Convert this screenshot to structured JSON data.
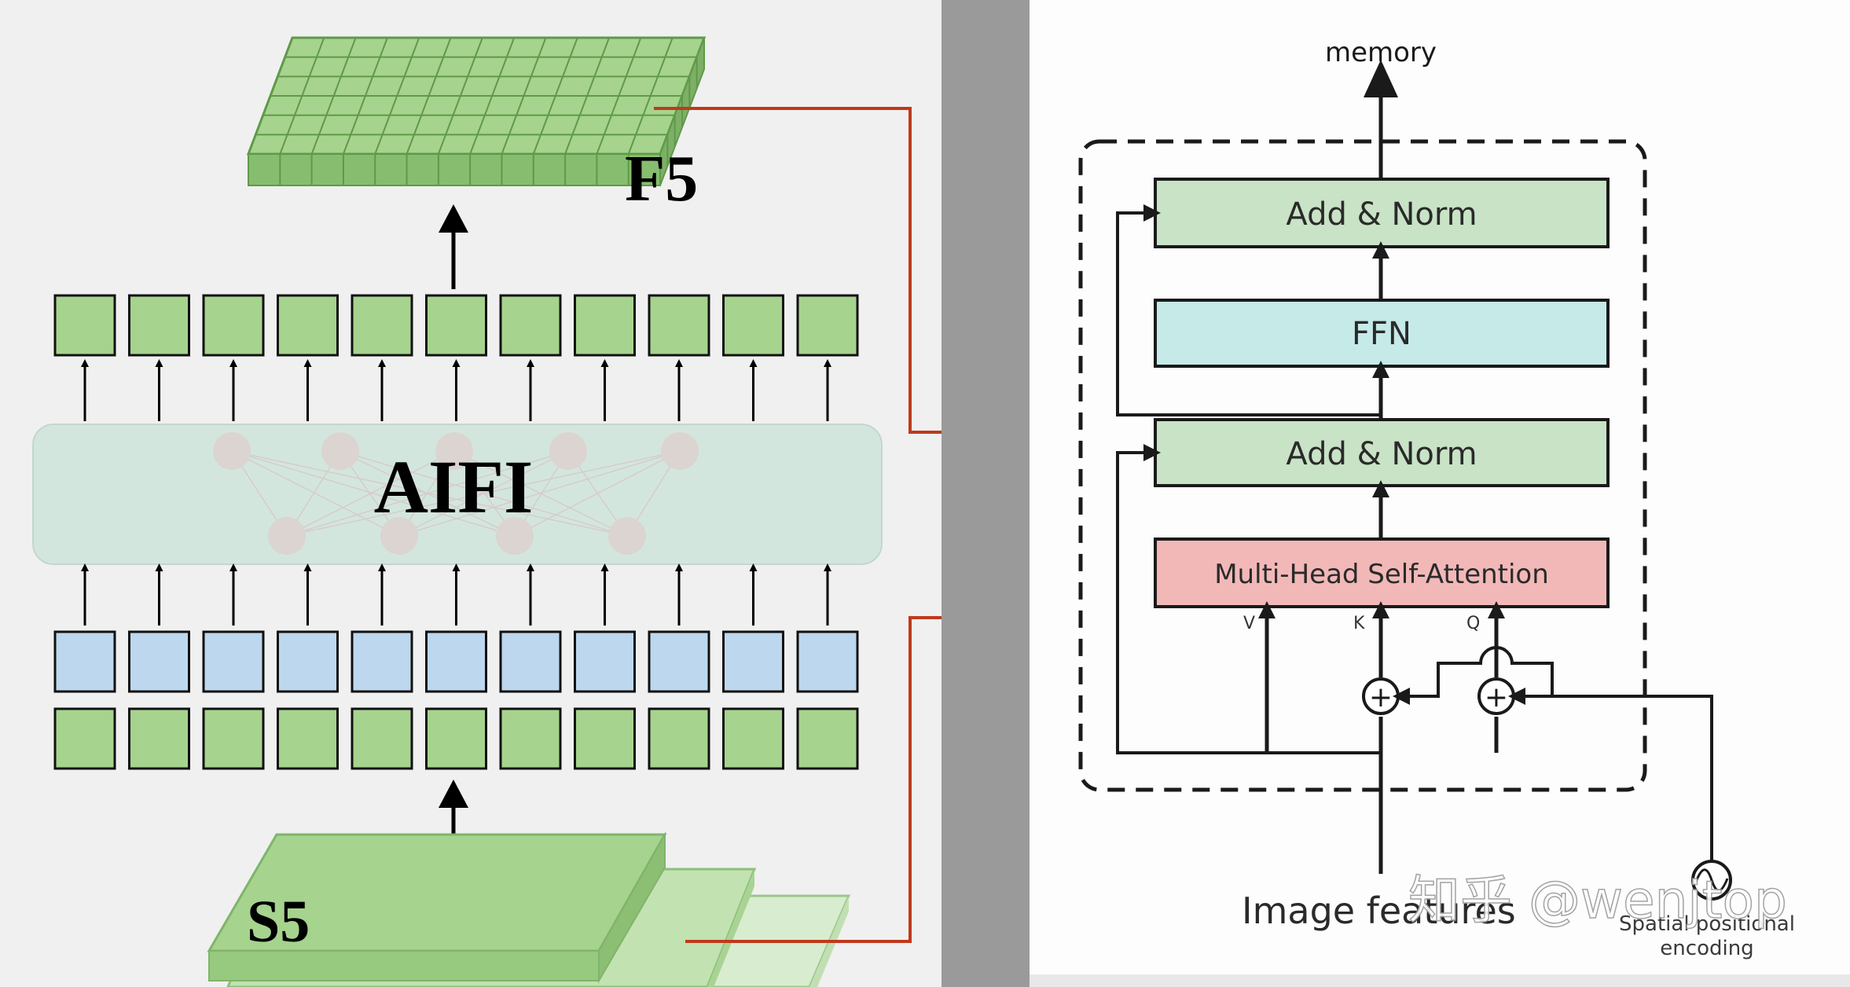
{
  "left_panel": {
    "top_label": "F5",
    "module_label": "AIFI",
    "bottom_label": "S5",
    "colors": {
      "green": "#a6d38e",
      "green_dark": "#86bd6f",
      "blue": "#bdd7ee",
      "aifi": "#d3e6de",
      "connector": "#c0391b"
    },
    "token_count": 11
  },
  "right_panel": {
    "output_label": "memory",
    "blocks": [
      {
        "id": "add_norm_top",
        "label": "Add & Norm",
        "color": "#c8e3c5"
      },
      {
        "id": "ffn",
        "label": "FFN",
        "color": "#c5eae8"
      },
      {
        "id": "add_norm_bottom",
        "label": "Add & Norm",
        "color": "#c8e3c5"
      },
      {
        "id": "mhsa",
        "label": "Multi-Head  Self-Attention",
        "color": "#f2b8b8"
      }
    ],
    "input_letters": {
      "v": "V",
      "k": "K",
      "q": "Q"
    },
    "plus_symbol": "+",
    "input_label": "Image features",
    "pos_label_line1": "Spatial positional",
    "pos_label_line2": "encoding"
  },
  "watermark": {
    "text": "知乎 @wenjtop"
  }
}
